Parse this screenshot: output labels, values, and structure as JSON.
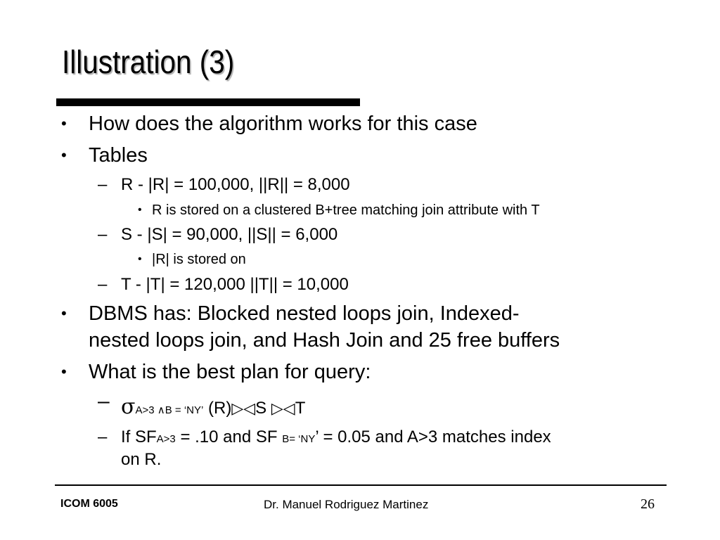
{
  "slide": {
    "title": "Illustration (3)",
    "bullets": {
      "b1": "How does the algorithm works for this case",
      "b2": "Tables",
      "b2_1": "R - |R| = 100,000, ||R|| = 8,000",
      "b2_1_1": "R is stored on a clustered B+tree matching join attribute with T",
      "b2_2": "S - |S| = 90,000, ||S|| = 6,000",
      "b2_2_1": "|R| is stored on",
      "b2_3": "T - |T| = 120,000 ||T|| = 10,000",
      "b3_line1": "DBMS has: Blocked nested loops join, Indexed-",
      "b3_line2": "nested loops join, and  Hash Join and 25 free buffers",
      "b4": "What is the best plan for query:"
    },
    "query": {
      "sigma": "σ",
      "condition": "A>3 ∧B = ‘NY’",
      "rest_r": " (R)",
      "join1": "▷◁",
      "rel_s": "S ",
      "join2": "▷◁",
      "rel_t": "T"
    },
    "selectivity": {
      "prefix": "If SF",
      "sub1": "A>3",
      "mid1": " = .10 and SF ",
      "sub2": "B= ‘NY",
      "mid2": "’ = 0.05 and A>3 matches index",
      "line2": "on R."
    },
    "markers": {
      "bullet": "•",
      "dash": "–"
    }
  },
  "footer": {
    "course": "ICOM 6005",
    "author": "Dr. Manuel Rodriguez Martinez",
    "page": "26"
  }
}
